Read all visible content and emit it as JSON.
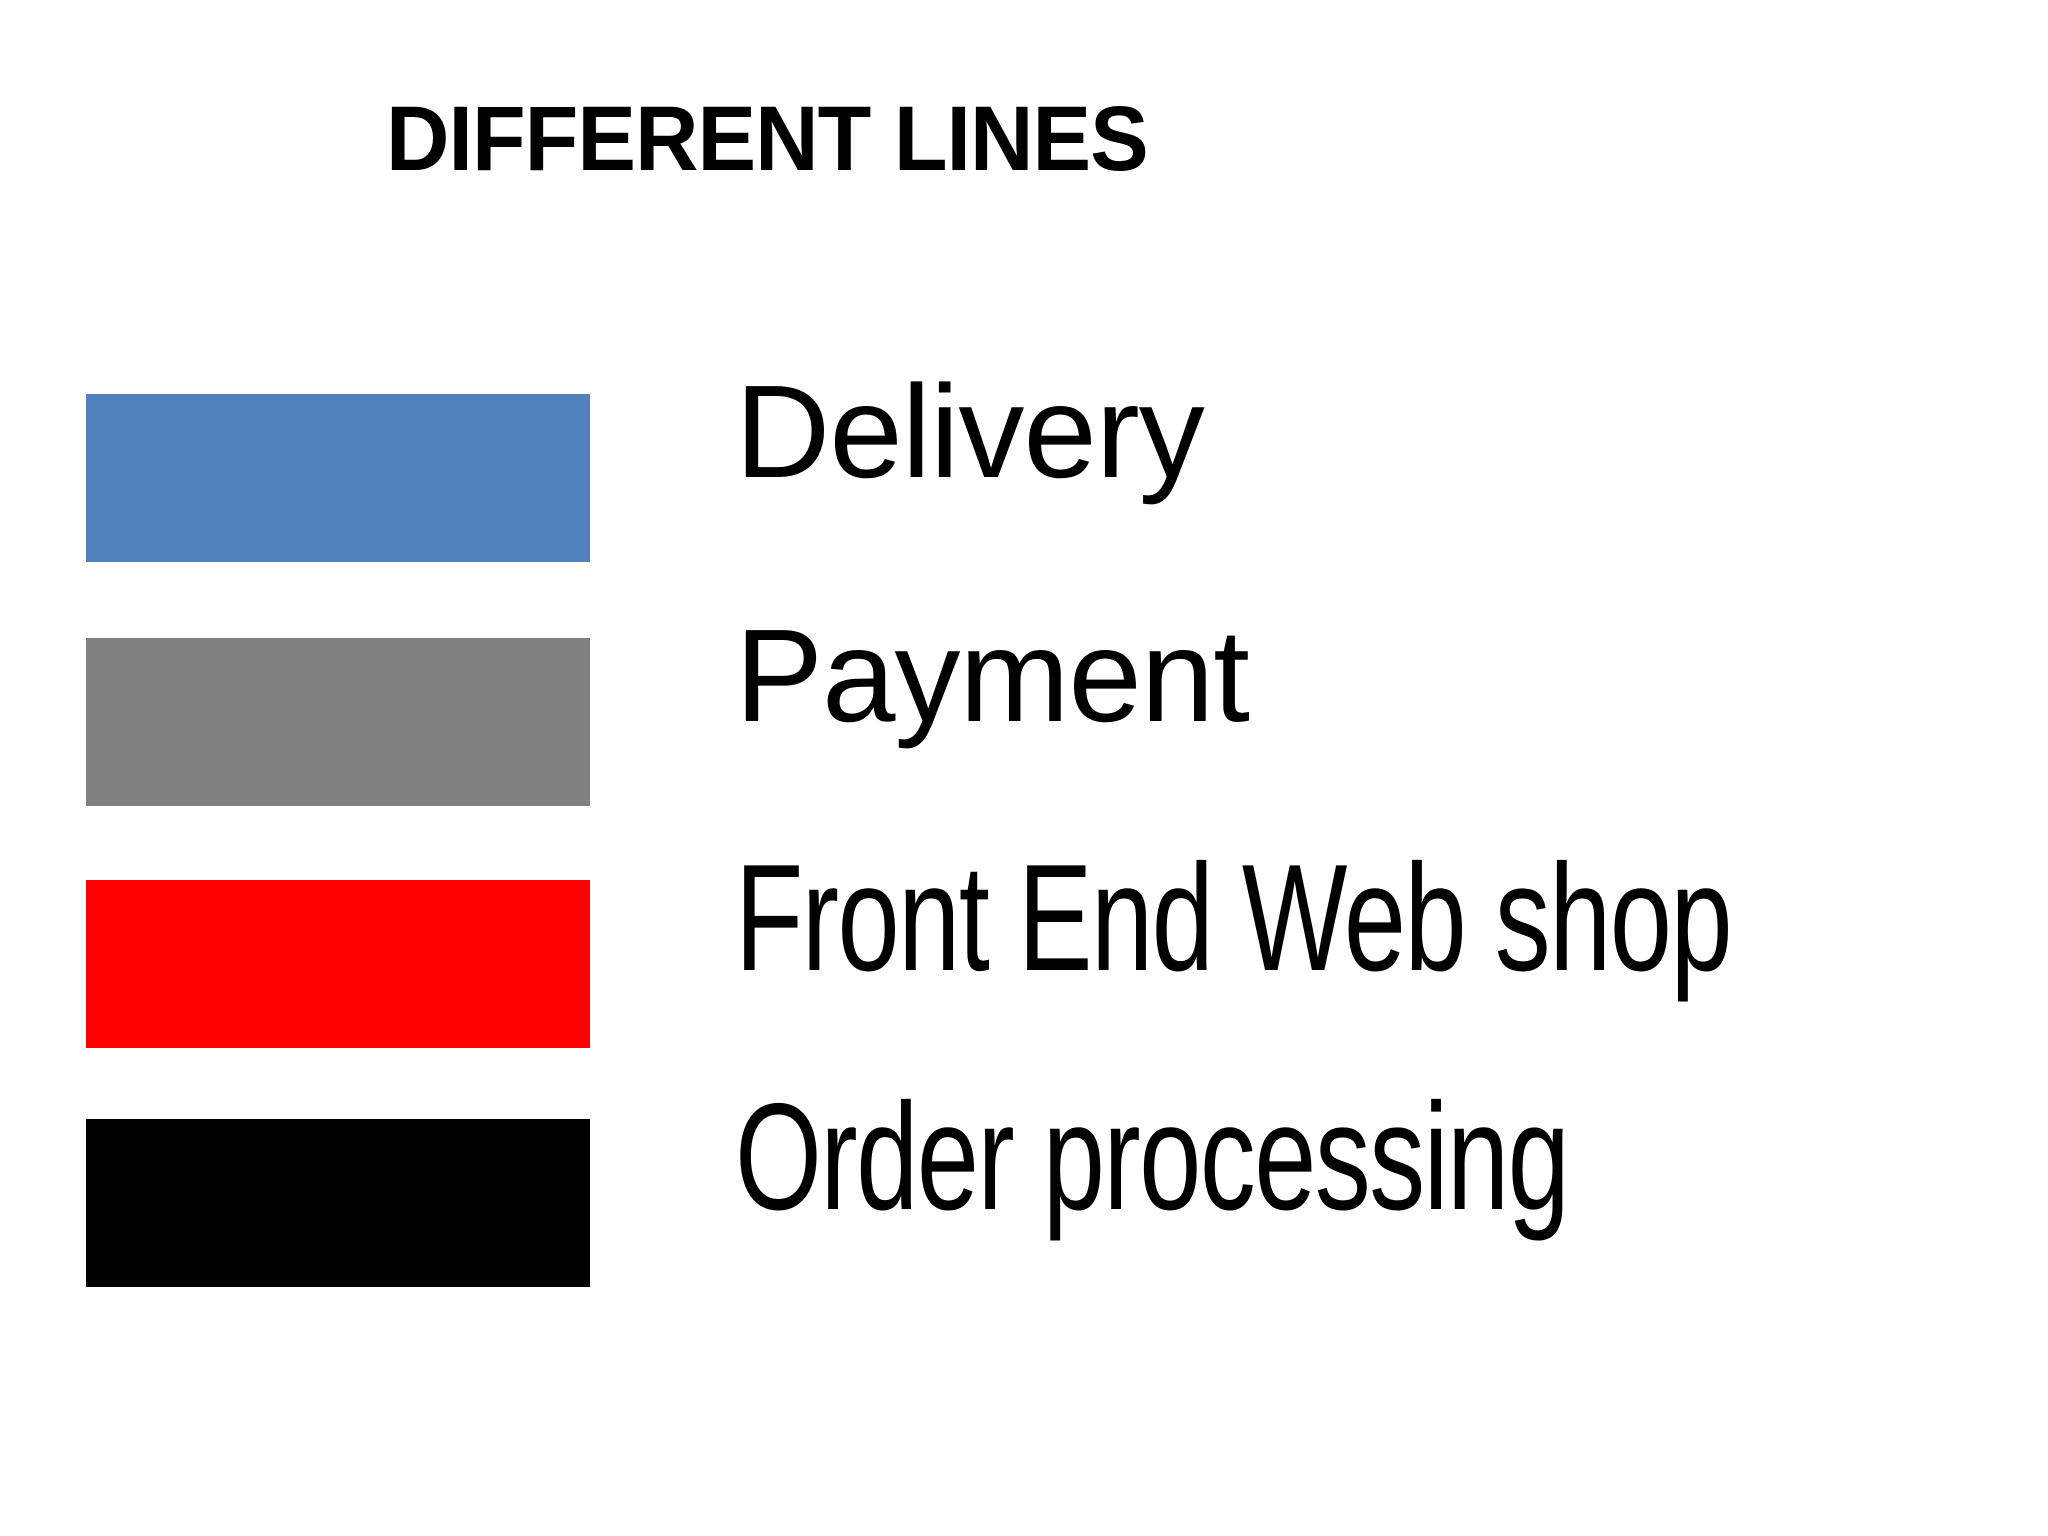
{
  "slide": {
    "title": "DIFFERENT LINES",
    "background_color": "#FFFFFF",
    "text_color": "#000000"
  },
  "legend": {
    "items": [
      {
        "label": "Delivery",
        "color": "#4F81BD",
        "color_name": "blue",
        "style": "wide"
      },
      {
        "label": "Payment",
        "color": "#808080",
        "color_name": "gray",
        "style": "wide"
      },
      {
        "label": "Front End Web shop",
        "color": "#FF0000",
        "color_name": "red",
        "style": "condensed"
      },
      {
        "label": "Order processing",
        "color": "#000000",
        "color_name": "black",
        "style": "condensed"
      }
    ]
  }
}
